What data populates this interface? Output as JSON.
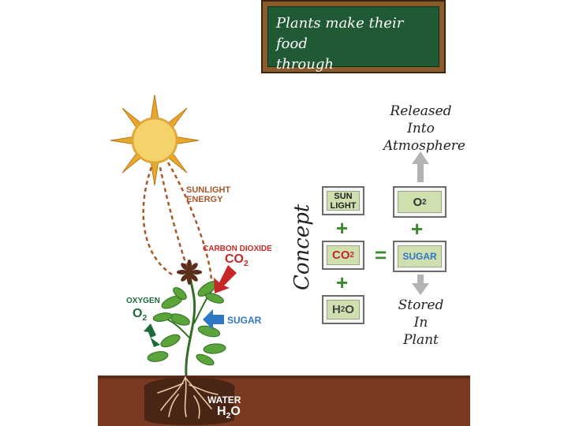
{
  "chalkboard": {
    "line1": "Plants make their food",
    "line2": "through photosynthesis."
  },
  "plant_labels": {
    "sunlight": "SUNLIGHT",
    "energy": "ENERGY",
    "carbon_dioxide": "CARBON DIOXIDE",
    "co2": "CO",
    "co2_sub": "2",
    "oxygen": "OXYGEN",
    "o2": "O",
    "o2_sub": "2",
    "sugar": "SUGAR",
    "water": "WATER",
    "h2o_h": "H",
    "h2o_sub": "2",
    "h2o_o": "O"
  },
  "concept_label": "Concept",
  "equation": {
    "sunlight_line1": "SUN",
    "sunlight_line2": "LIGHT",
    "co2": "CO",
    "co2_sub": "2",
    "h2o_h": "H",
    "h2o_sub": "2",
    "h2o_o": "O",
    "o2": "O",
    "o2_sub": "2",
    "sugar": "SUGAR",
    "plus": "+",
    "equals": "="
  },
  "released": {
    "line1": "Released",
    "line2": "Into",
    "line3": "Atmosphere"
  },
  "stored": {
    "line1": "Stored",
    "line2": "In",
    "line3": "Plant"
  },
  "colors": {
    "board": "#1f5a34",
    "frame": "#8b5a2b",
    "soil": "#7a3a22",
    "sun": "#f3d36a",
    "co2_arrow": "#c62828",
    "sugar_arrow": "#2e77c4",
    "o2_arrow": "#1e6b3a",
    "leaf": "#5aa43a"
  }
}
